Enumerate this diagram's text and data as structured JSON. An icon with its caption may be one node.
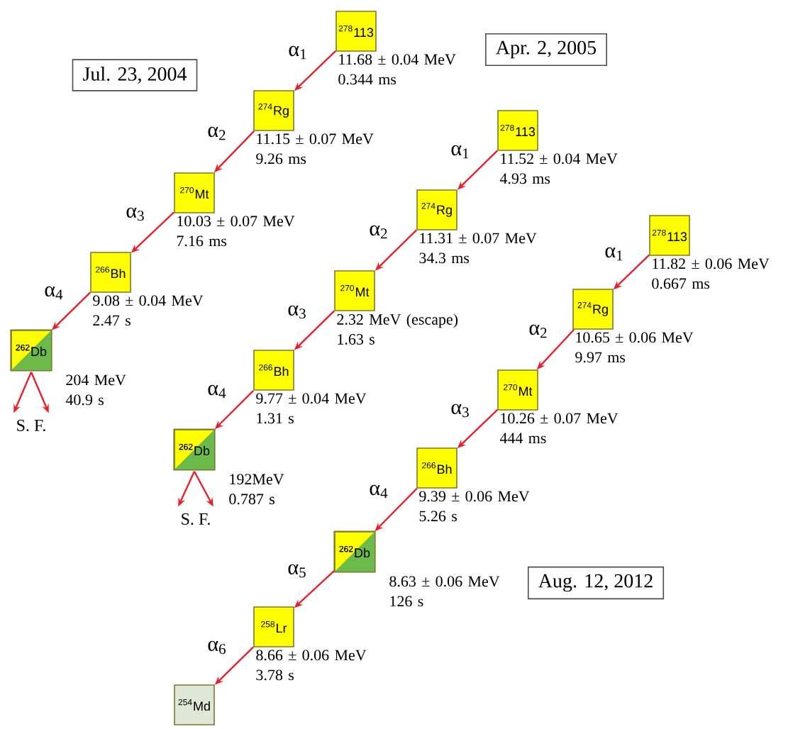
{
  "diagram": {
    "nodes": [
      {
        "text": [
          "Jul. 23, 2004"
        ]
      },
      {
        "text": [
          "$^{278}$113"
        ],
        "beside": [
          "11.68 ± 0.04 MeV 0.344 ms"
        ]
      },
      {
        "text": [
          "$^{274}$Rg"
        ],
        "beside": [
          "11.15 ± 0.07 MeV 9.26 ms"
        ]
      },
      {
        "text": [
          "$^{270}$Mt"
        ],
        "beside": [
          "10.03 ± 0.07 MeV 7.16 ms"
        ]
      },
      {
        "text": [
          "$^{266}$Bh"
        ],
        "beside": [
          "9.08 ± 0.04 MeV 2.47 s"
        ]
      },
      {
        "text": [
          "$^{262}$Db"
        ],
        "beside": [
          "204 MeV 40.9 s"
        ]
      },
      {
        "text": [
          "S. F."
        ]
      },
      {
        "text": [
          "Apr. 2, 2005"
        ]
      },
      {
        "text": [
          "$^{278}$113"
        ],
        "beside": [
          "11.52 ± 0.04 MeV 4.93 ms"
        ]
      },
      {
        "text": [
          "$^{274}$Rg"
        ],
        "beside": [
          "11.31 ± 0.07 MeV 34.3 ms"
        ]
      },
      {
        "text": [
          "$^{270}$Mt"
        ],
        "beside": [
          "2.32 MeV (escape) 1.63 s"
        ]
      },
      {
        "text": [
          "$^{266}$Bh"
        ],
        "beside": [
          "9.77 ± 0.04 MeV 1.31 s"
        ]
      },
      {
        "text": [
          "$^{262}$Db"
        ],
        "beside": [
          "192MeV 0.787 s"
        ]
      },
      {
        "text": [
          "S. F."
        ]
      },
      {
        "text": [
          "Aug. 12, 2012"
        ]
      },
      {
        "text": [
          "$^{278}$113"
        ],
        "beside": [
          "11.82 ± 0.06 MeV 0.667 ms"
        ]
      },
      {
        "text": [
          "$^{274}$Rg"
        ],
        "beside": [
          "10.65 ± 0.06 MeV 9.97 ms"
        ]
      },
      {
        "text": [
          "$^{270}$Mt"
        ],
        "beside": [
          "10.26 ± 0.07 MeV 444 ms"
        ]
      },
      {
        "text": [
          "$^{266}$Bh"
        ],
        "beside": [
          "9.39 ± 0.06 MeV 5.26 s"
        ]
      },
      {
        "text": [
          "$^{262}$Db"
        ],
        "beside": [
          "8.63 ± 0.06 MeV 126 s"
        ]
      },
      {
        "text": [
          "$^{258}$Lr"
        ],
        "beside": [
          "8.66 ± 0.06 MeV 3.78 s"
        ]
      },
      {
        "text": [
          "$^{254}$Md"
        ]
      }
    ],
    "edges": [
      {
        "from": 1,
        "to": 2,
        "arrow": "to",
        "label": "α$_{1}$"
      },
      {
        "from": 2,
        "to": 3,
        "arrow": "to",
        "label": "α$_{2}$"
      },
      {
        "from": 3,
        "to": 4,
        "arrow": "to",
        "label": "α$_{3}$"
      },
      {
        "from": 4,
        "to": 5,
        "arrow": "to",
        "label": "α$_{4}$"
      },
      {
        "from": 5,
        "to": 6,
        "arrow": "to"
      },
      {
        "from": 5,
        "to": 6,
        "arrow": "to"
      },
      {
        "from": 8,
        "to": 9,
        "arrow": "to",
        "label": "α$_{1}$"
      },
      {
        "from": 9,
        "to": 10,
        "arrow": "to",
        "label": "α$_{2}$"
      },
      {
        "from": 10,
        "to": 11,
        "arrow": "to",
        "label": "α$_{3}$"
      },
      {
        "from": 11,
        "to": 12,
        "arrow": "to",
        "label": "α$_{4}$"
      },
      {
        "from": 12,
        "to": 13,
        "arrow": "to"
      },
      {
        "from": 12,
        "to": 13,
        "arrow": "to"
      },
      {
        "from": 15,
        "to": 16,
        "arrow": "to",
        "label": "α$_{1}$"
      },
      {
        "from": 16,
        "to": 17,
        "arrow": "to",
        "label": "α$_{2}$"
      },
      {
        "from": 17,
        "to": 18,
        "arrow": "to",
        "label": "α$_{3}$"
      },
      {
        "from": 18,
        "to": 19,
        "arrow": "to",
        "label": "α$_{4}$"
      },
      {
        "from": 19,
        "to": 20,
        "arrow": "to",
        "label": "α$_{5}$"
      },
      {
        "from": 20,
        "to": 21,
        "arrow": "to",
        "label": "α$_{6}$"
      }
    ]
  }
}
